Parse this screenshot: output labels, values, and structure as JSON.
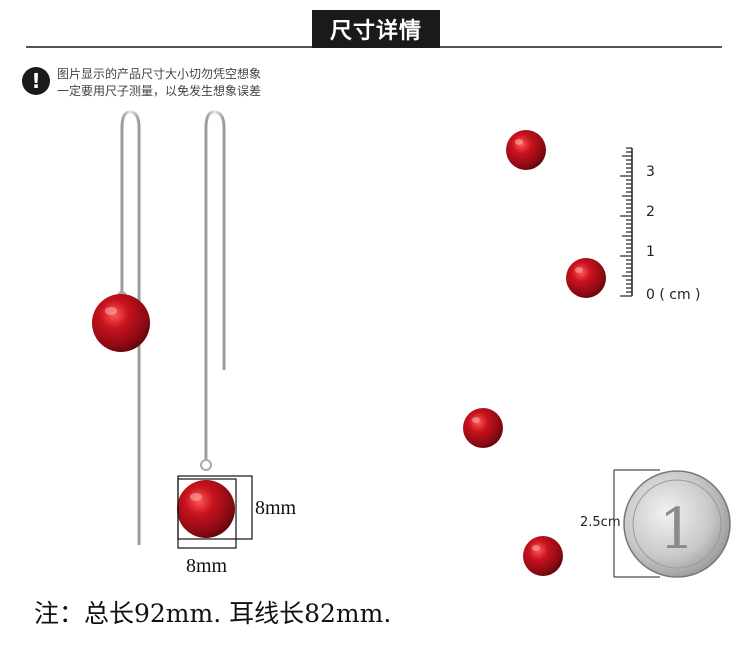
{
  "header": {
    "title": "尺寸详情"
  },
  "warning": {
    "icon": "exclamation-icon",
    "line1": "图片显示的产品尺寸大小切勿凭空想象",
    "line2": "一定要用尺子测量，以免发生想象误差"
  },
  "dimensions": {
    "height_label": "8mm",
    "width_label": "8mm"
  },
  "ruler": {
    "ticks": [
      "3",
      "2",
      "1"
    ],
    "zero_label": "0 ( cm )"
  },
  "coin": {
    "size_label": "2.5cm"
  },
  "note": "注：总长92mm. 耳线长82mm.",
  "colors": {
    "bead_red": "#b3121c",
    "silver": "#c9c9c9",
    "header_bg": "#1a1a1a"
  }
}
